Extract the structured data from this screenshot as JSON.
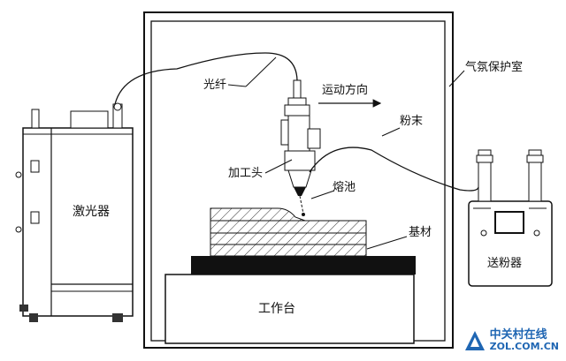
{
  "labels": {
    "chamber": "气氛保护室",
    "direction": "运动方向",
    "fiber": "光纤",
    "powder": "粉末",
    "head": "加工头",
    "pool": "熔池",
    "substrate": "基材",
    "laser": "激光器",
    "feeder": "送粉器",
    "table": "工作台"
  },
  "watermark": {
    "cn": "中关村在线",
    "en": "ZOL.COM.CN",
    "color": "#1f66b3"
  }
}
